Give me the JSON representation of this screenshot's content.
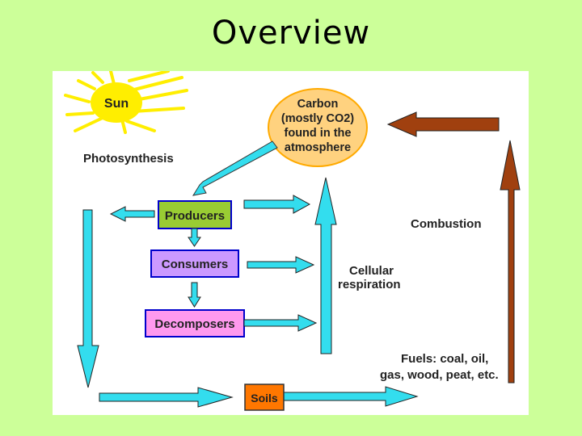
{
  "title": "Overview",
  "labels": {
    "sun": "Sun",
    "carbon_lines": [
      "Carbon",
      "(mostly CO2)",
      "found in the",
      "atmosphere"
    ],
    "photosynthesis": "Photosynthesis",
    "producers": "Producers",
    "consumers": "Consumers",
    "decomposers": "Decomposers",
    "combustion": "Combustion",
    "cellular_respiration_lines": [
      "Cellular",
      "respiration"
    ],
    "fuels_lines": [
      "Fuels: coal, oil,",
      "gas, wood, peat, etc."
    ],
    "soils": "Soils"
  },
  "colors": {
    "background": "#ccff99",
    "panel": "#ffffff",
    "sun": "#ffee00",
    "carbon_circle": "#ffd27f",
    "carbon_border": "#ffaa00",
    "producers": "#99cc33",
    "consumers": "#cc99ff",
    "decomposers": "#ff99ee",
    "soils": "#ff7700",
    "box_border": "#0000cc",
    "cyan_arrow": "#33ddee",
    "brown_arrow": "#a0400f"
  }
}
